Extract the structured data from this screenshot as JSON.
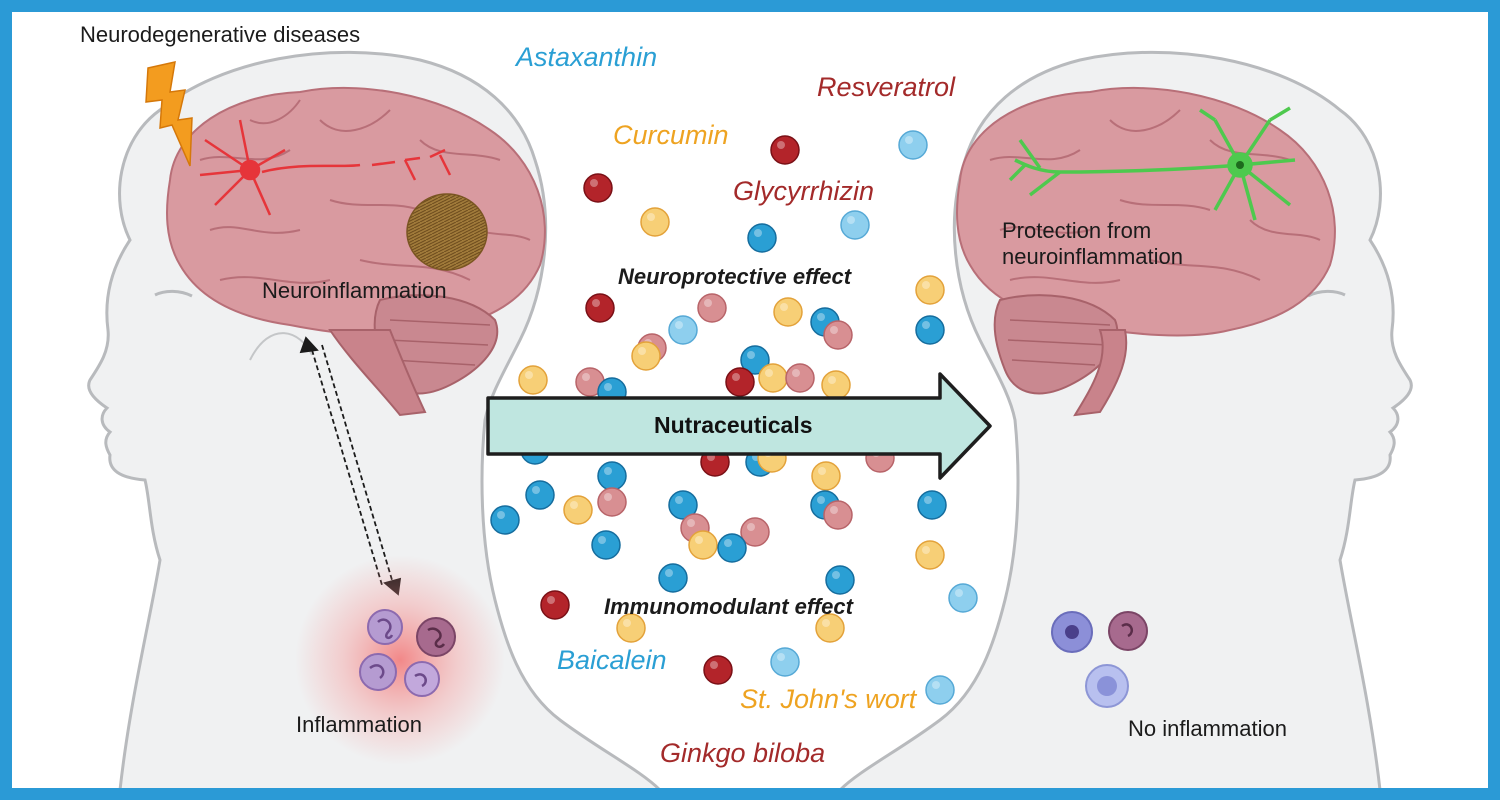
{
  "labels": {
    "neurodegenerative_diseases": "Neurodegenerative diseases",
    "neuroinflammation": "Neuroinflammation",
    "inflammation": "Inflammation",
    "nutraceuticals": "Nutraceuticals",
    "neuroprotective_effect": "Neuroprotective effect",
    "immunomodulant_effect": "Immunomodulant effect",
    "protection_line1": "Protection from",
    "protection_line2": "neuroinflammation",
    "no_inflammation": "No inflammation"
  },
  "nutraceuticals": [
    {
      "name": "Astaxanthin",
      "color": "#2a9fd4"
    },
    {
      "name": "Resveratrol",
      "color": "#a32a2a"
    },
    {
      "name": "Curcumin",
      "color": "#eea321"
    },
    {
      "name": "Glycyrrhizin",
      "color": "#a32a2a"
    },
    {
      "name": "Baicalein",
      "color": "#2a9fd4"
    },
    {
      "name": "St. John's wort",
      "color": "#eea321"
    },
    {
      "name": "Ginkgo biloba",
      "color": "#a32a2a"
    }
  ],
  "colors": {
    "frame": "#2b9ad6",
    "brain": "#d99aa0",
    "arrow_fill": "#bfe6e0",
    "damaged_neuron": "#e6353a",
    "healthy_neuron": "#4ec94e",
    "inflammation_glow": "#f26565"
  },
  "icons": {
    "lightning": "lightning-bolt-icon",
    "damaged_neuron": "damaged-neuron-icon",
    "healthy_neuron": "healthy-neuron-icon",
    "plaque": "amyloid-plaque-icon",
    "immune_cells": "immune-cells-icon",
    "bidirectional_arrow": "bidirectional-arrow-icon"
  }
}
